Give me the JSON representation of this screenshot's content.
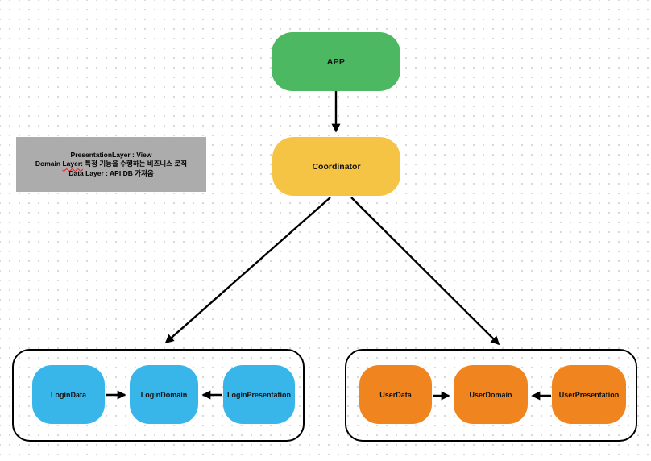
{
  "colors": {
    "app-green": "#4cb862",
    "coordinator-yellow": "#f6c445",
    "login-blue": "#38b6ea",
    "user-orange": "#f0851f",
    "note-gray": "#acacac",
    "line-black": "#000000",
    "dot-gray": "#d9d9d9"
  },
  "nodes": {
    "app": {
      "label": "APP"
    },
    "coordinator": {
      "label": "Coordinator"
    }
  },
  "note": {
    "line1": "PresentationLayer : View",
    "line2_prefix": "Domain ",
    "line2_misspelled_word": "Layer:",
    "line2_suffix": " 특정 기능을 수행하는 비즈니스 로직",
    "line3": "Data Layer : API DB 가져옴"
  },
  "groups": {
    "login": {
      "items": [
        {
          "label": "LoginData"
        },
        {
          "label": "LoginDomain"
        },
        {
          "label": "LoginPresentation"
        }
      ]
    },
    "user": {
      "items": [
        {
          "label": "UserData"
        },
        {
          "label": "UserDomain"
        },
        {
          "label": "UserPresentation"
        }
      ]
    }
  }
}
